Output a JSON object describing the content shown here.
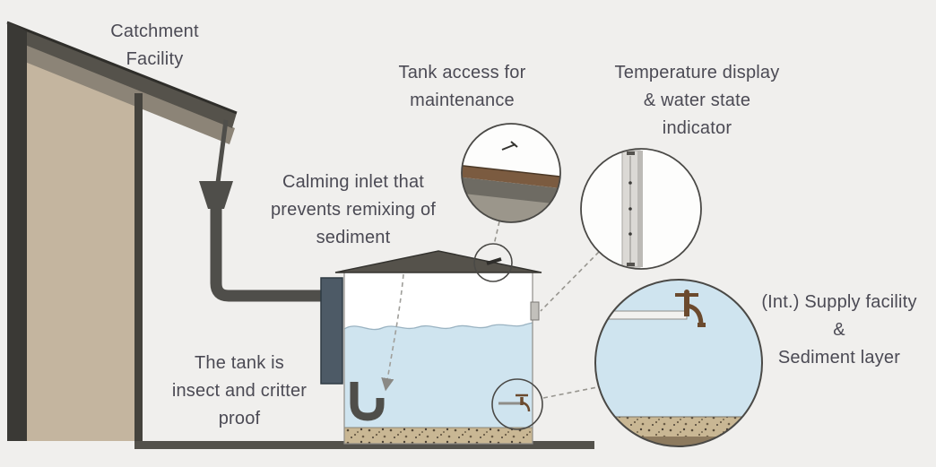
{
  "diagram": {
    "labels": {
      "catchment_facility": "Catchment\nFacility",
      "tank_access": "Tank access for\nmaintenance",
      "temperature_display": "Temperature display\n& water state\nindicator",
      "calming_inlet": "Calming inlet that\nprevents remixing of\nsediment",
      "tank_proof": "The tank is\ninsect and critter\nproof",
      "supply_facility": "(Int.) Supply facility\n&\nSediment layer"
    },
    "colors": {
      "background": "#f0efed",
      "text": "#4b4a54",
      "water": "#cfe4ef",
      "sediment": "#c9b794",
      "roof_dark": "#55524b",
      "wall_tan": "#c4b59f",
      "pipe_dark": "#4f4e4a",
      "inlet_blue": "#4d5a66",
      "tap_brown": "#6b4a2e",
      "wood_plank": "#7b5b40",
      "outline": "#4a4946",
      "ground": "#53514b"
    }
  }
}
